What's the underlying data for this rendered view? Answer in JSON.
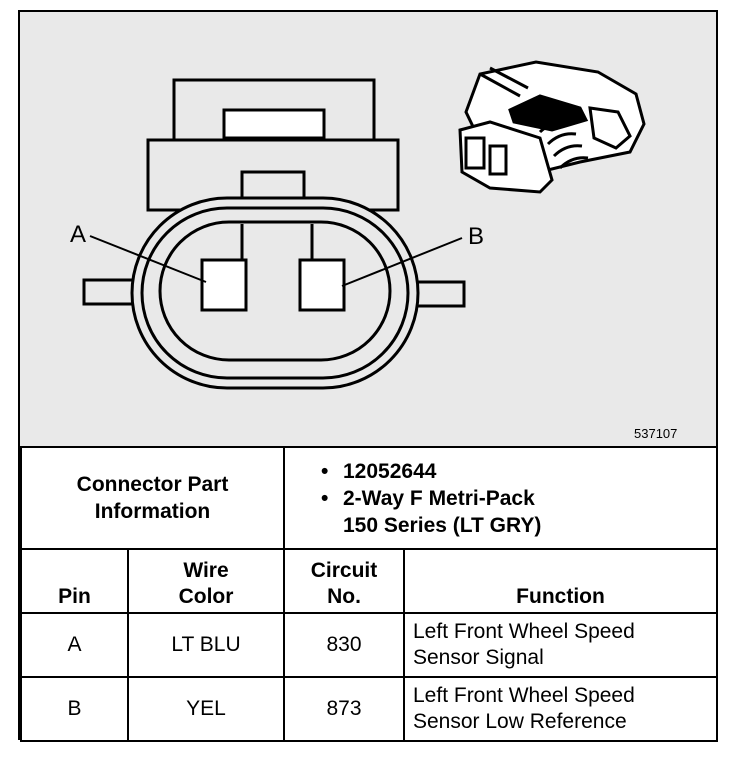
{
  "diagram": {
    "callouts": {
      "a": "A",
      "b": "B"
    },
    "figure_number": "537107"
  },
  "table": {
    "connector_label": "Connector Part Information",
    "part_info": [
      "12052644",
      "2-Way F Metri-Pack",
      "150 Series (LT GRY)"
    ],
    "headers": {
      "pin": "Pin",
      "wire_line1": "Wire",
      "wire_line2": "Color",
      "circuit_line1": "Circuit",
      "circuit_line2": "No.",
      "function": "Function"
    },
    "rows": [
      {
        "pin": "A",
        "wire_color": "LT BLU",
        "circuit": "830",
        "function_line1": "Left Front Wheel Speed",
        "function_line2": "Sensor Signal"
      },
      {
        "pin": "B",
        "wire_color": "YEL",
        "circuit": "873",
        "function_line1": "Left Front Wheel Speed",
        "function_line2": "Sensor Low Reference"
      }
    ]
  }
}
